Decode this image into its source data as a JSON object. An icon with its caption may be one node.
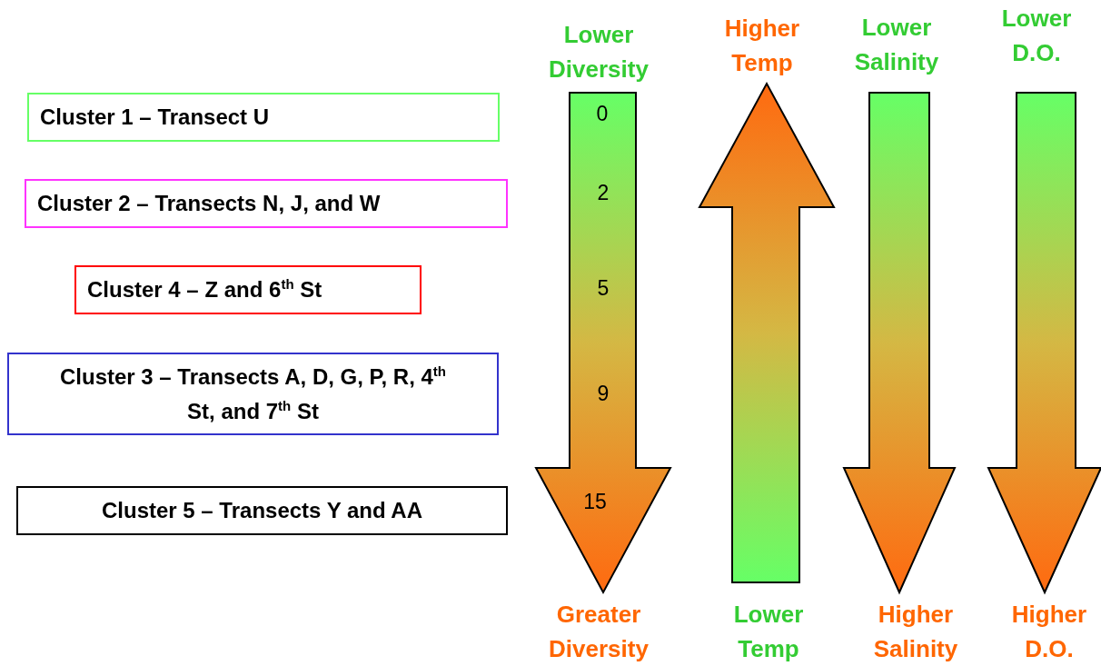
{
  "diagram": {
    "nodes": [
      {
        "text": [
          "Cluster 1 – Transect U"
        ]
      },
      {
        "text": [
          "Cluster 2 – Transects N, J, and W"
        ]
      },
      {
        "text": [
          "Cluster 4 – Z and 6$^{th}$ St"
        ]
      },
      {
        "text": [
          "Cluster 3 – Transects A, D, G, P, R, 4$^{th}$ St, and 7$^{th}$ St"
        ]
      },
      {
        "text": [
          "Cluster 5 – Transects Y and AA"
        ]
      }
    ],
    "labels": [
      "Lower Diversity",
      "Higher Temp",
      "Lower Salinity",
      "Lower D.O.",
      "0",
      "2",
      "5",
      "9",
      "15",
      "Greater Diversity",
      "Lower Temp",
      "Higher Salinity",
      "Higher D.O."
    ]
  }
}
